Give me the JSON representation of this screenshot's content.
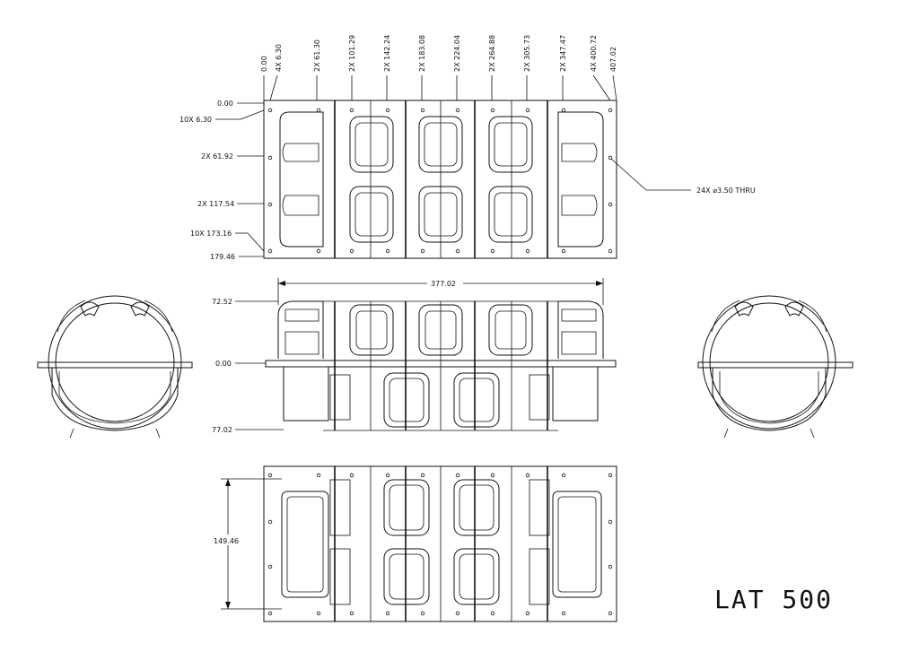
{
  "title": "LAT 500",
  "top_dims": [
    "0.00",
    "4X 6.30",
    "2X 61.30",
    "2X 101.29",
    "2X 142.24",
    "2X 183.08",
    "2X 224.04",
    "2X 264.88",
    "2X 305.73",
    "2X 347.47",
    "4X 400.72",
    "407.02"
  ],
  "top_view_left_dims": [
    "0.00",
    "10X 6.30",
    "2X 61.92",
    "2X 117.54",
    "10X 173.16",
    "179.46"
  ],
  "hole_callout": "24X ⌀3.50 THRU",
  "front_view": {
    "width_dim": "377.02",
    "left_dims": [
      "72.52",
      "0.00",
      "77.02"
    ]
  },
  "bottom_view": {
    "height_dim": "149.46"
  }
}
